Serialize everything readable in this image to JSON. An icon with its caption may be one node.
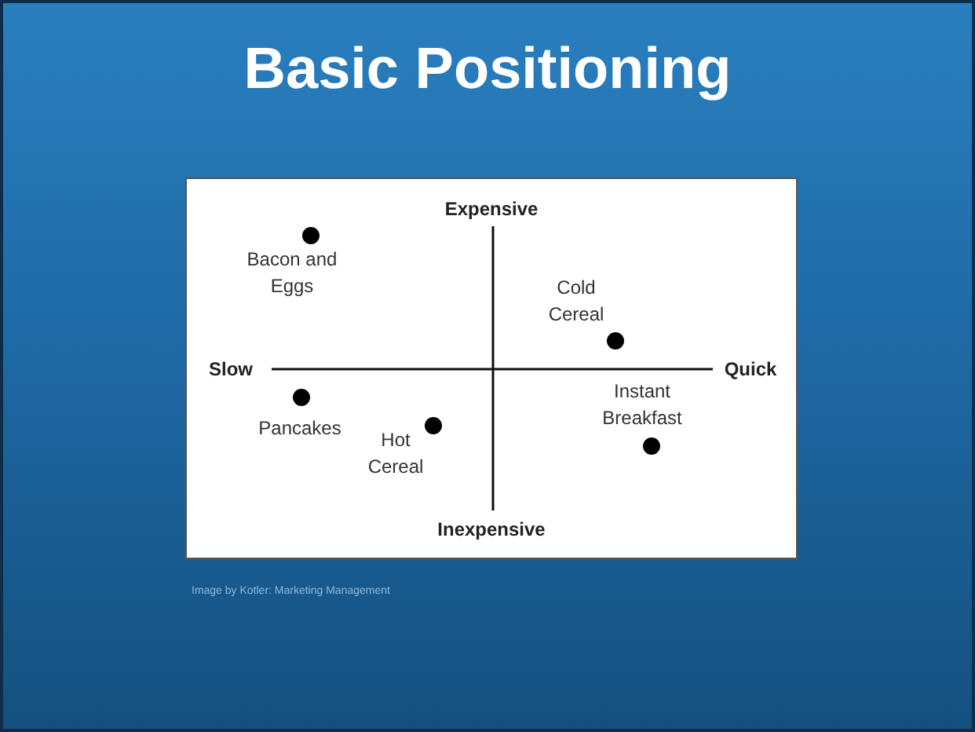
{
  "diagram": {
    "title": "Basic Positioning",
    "labels": [
      "Expensive",
      "Slow",
      "Quick",
      "Inexpensive",
      "Bacon and Eggs",
      "Cold Cereal",
      "Pancakes",
      "Hot Cereal",
      "Instant Breakfast"
    ],
    "caption": "Image by Kotler: Marketing Management"
  }
}
